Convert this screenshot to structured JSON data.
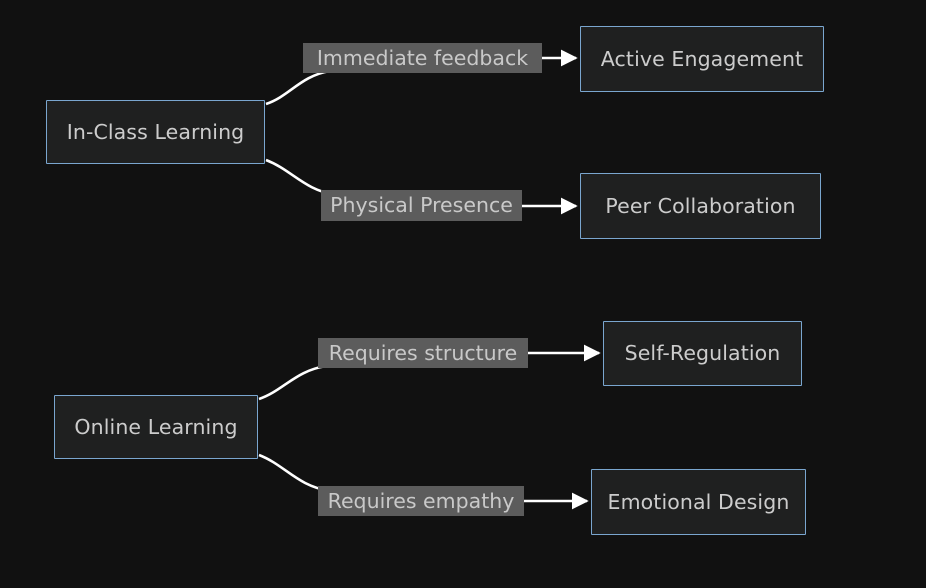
{
  "diagram": {
    "title": "In-Class Learning vs Online Learning flowchart",
    "type": "flowchart",
    "direction": "left-to-right",
    "background_color": "#111111",
    "node_fill_color": "#1f2020",
    "node_border_color": "#7aa6cf",
    "node_text_color": "#cccccc",
    "edge_color": "#ffffff",
    "edge_label_background": "#5c5c5c",
    "edge_label_text_color": "#c9c9c9"
  },
  "nodes": [
    {
      "id": "in_class_learning",
      "label": "In-Class Learning"
    },
    {
      "id": "active_engagement",
      "label": "Active Engagement"
    },
    {
      "id": "peer_collaboration",
      "label": "Peer Collaboration"
    },
    {
      "id": "online_learning",
      "label": "Online Learning"
    },
    {
      "id": "self_regulation",
      "label": "Self-Regulation"
    },
    {
      "id": "emotional_design",
      "label": "Emotional Design"
    }
  ],
  "edges": [
    {
      "from": "in_class_learning",
      "to": "active_engagement",
      "label": "Immediate feedback"
    },
    {
      "from": "in_class_learning",
      "to": "peer_collaboration",
      "label": "Physical Presence"
    },
    {
      "from": "online_learning",
      "to": "self_regulation",
      "label": "Requires structure"
    },
    {
      "from": "online_learning",
      "to": "emotional_design",
      "label": "Requires empathy"
    }
  ]
}
